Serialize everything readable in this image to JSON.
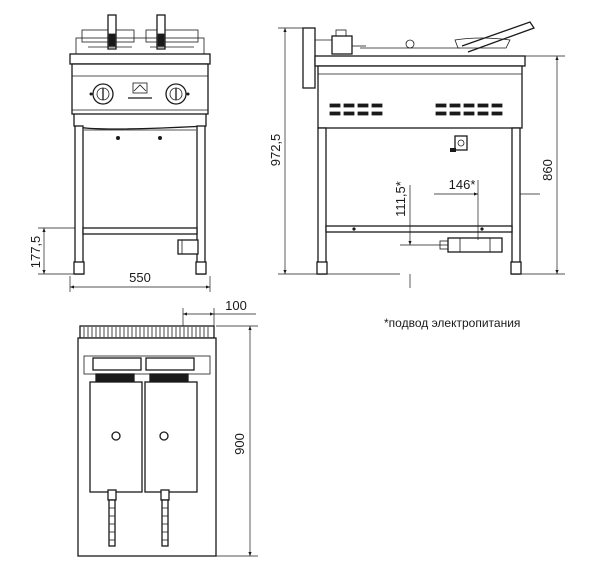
{
  "labels": {
    "width_front": "550",
    "height_legs": "177,5",
    "height_total": "972,5",
    "height_top": "860",
    "offset_horizontal": "146*",
    "offset_vertical": "111,5*",
    "rear_clearance": "100",
    "depth": "900",
    "note": "*подвод электропитания"
  },
  "colors": {
    "line": "#1a1a1a",
    "panel": "#e8e8e8"
  }
}
